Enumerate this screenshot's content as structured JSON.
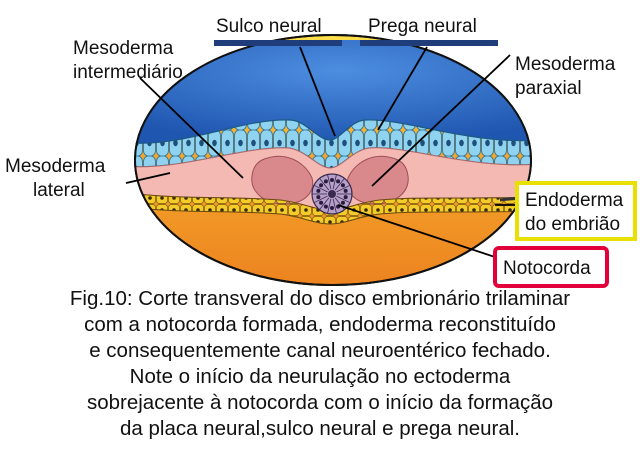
{
  "labels": {
    "sulco_neural": "Sulco neural",
    "prega_neural": "Prega neural",
    "mesoderma_intermediario": [
      "Mesoderma",
      "intermediário"
    ],
    "mesoderma_paraxial": [
      "Mesoderma",
      "paraxial"
    ],
    "mesoderma_lateral": [
      "Mesoderma",
      "lateral"
    ],
    "endoderma_embriao": [
      "Endoderma",
      "do embrião"
    ],
    "notocorda": "Notocorda"
  },
  "caption": [
    "Fig.10: Corte transveral do disco embrionário trilaminar",
    "com a notocorda formada, endoderma reconstituído",
    "e consequentemente canal neuroentérico fechado.",
    "Note o início da neurulação no ectoderma",
    "sobrejacente à notocorda com o início da formação",
    "da placa neural,sulco neural e prega neural."
  ],
  "colors": {
    "ectoderm": "#6fbfe6",
    "mesoderm": "#f3b7b0",
    "paraxial": "#d98a8c",
    "notochord": "#7a5a8c",
    "endoderm": "#f2c21a",
    "yolk_gradient": [
      "#f8d23a",
      "#ee8a22"
    ],
    "amnion": "#2f6fc4",
    "title_bar": "#1f3d7a",
    "endoderm_box": "#e8e000",
    "notocorda_box": "#e2003a"
  }
}
